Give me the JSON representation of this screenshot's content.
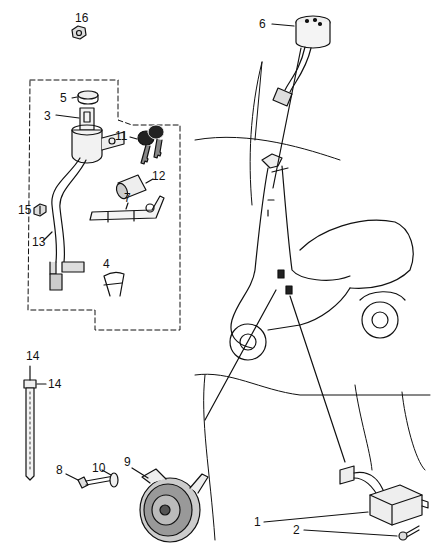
{
  "diagram": {
    "labels": [
      "16",
      "6",
      "5",
      "3",
      "11",
      "12",
      "15",
      "7",
      "13",
      "4",
      "14",
      "14",
      "9",
      "8",
      "10",
      "1",
      "2"
    ]
  }
}
